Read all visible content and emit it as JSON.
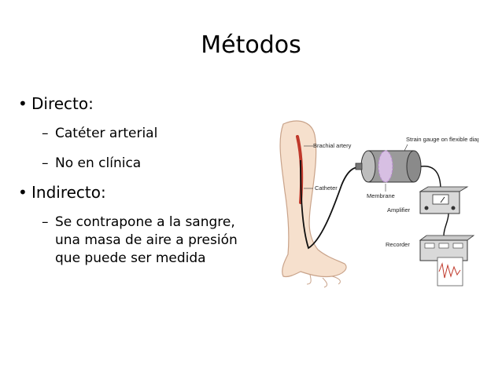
{
  "slide": {
    "title": "Métodos",
    "bullets": [
      {
        "text": "Directo:",
        "sub": [
          "Catéter arterial",
          "No en clínica"
        ]
      },
      {
        "text": "Indirecto:",
        "sub": [
          "Se contrapone a la sangre, una masa de aire a presión que puede ser medida"
        ]
      }
    ]
  },
  "figure": {
    "labels": {
      "brachial_artery": "Brachial artery",
      "strain_gauge": "Strain gauge on flexible diaphragm",
      "catheter": "Catheter",
      "membrane": "Membrane",
      "amplifier": "Amplifier",
      "recorder": "Recorder"
    }
  },
  "colors": {
    "skin": "#f6e0cd",
    "skin_edge": "#c9a38a",
    "artery": "#c0392b",
    "gauge_body": "#8a8a8a",
    "membrane": "#b58ec9"
  }
}
